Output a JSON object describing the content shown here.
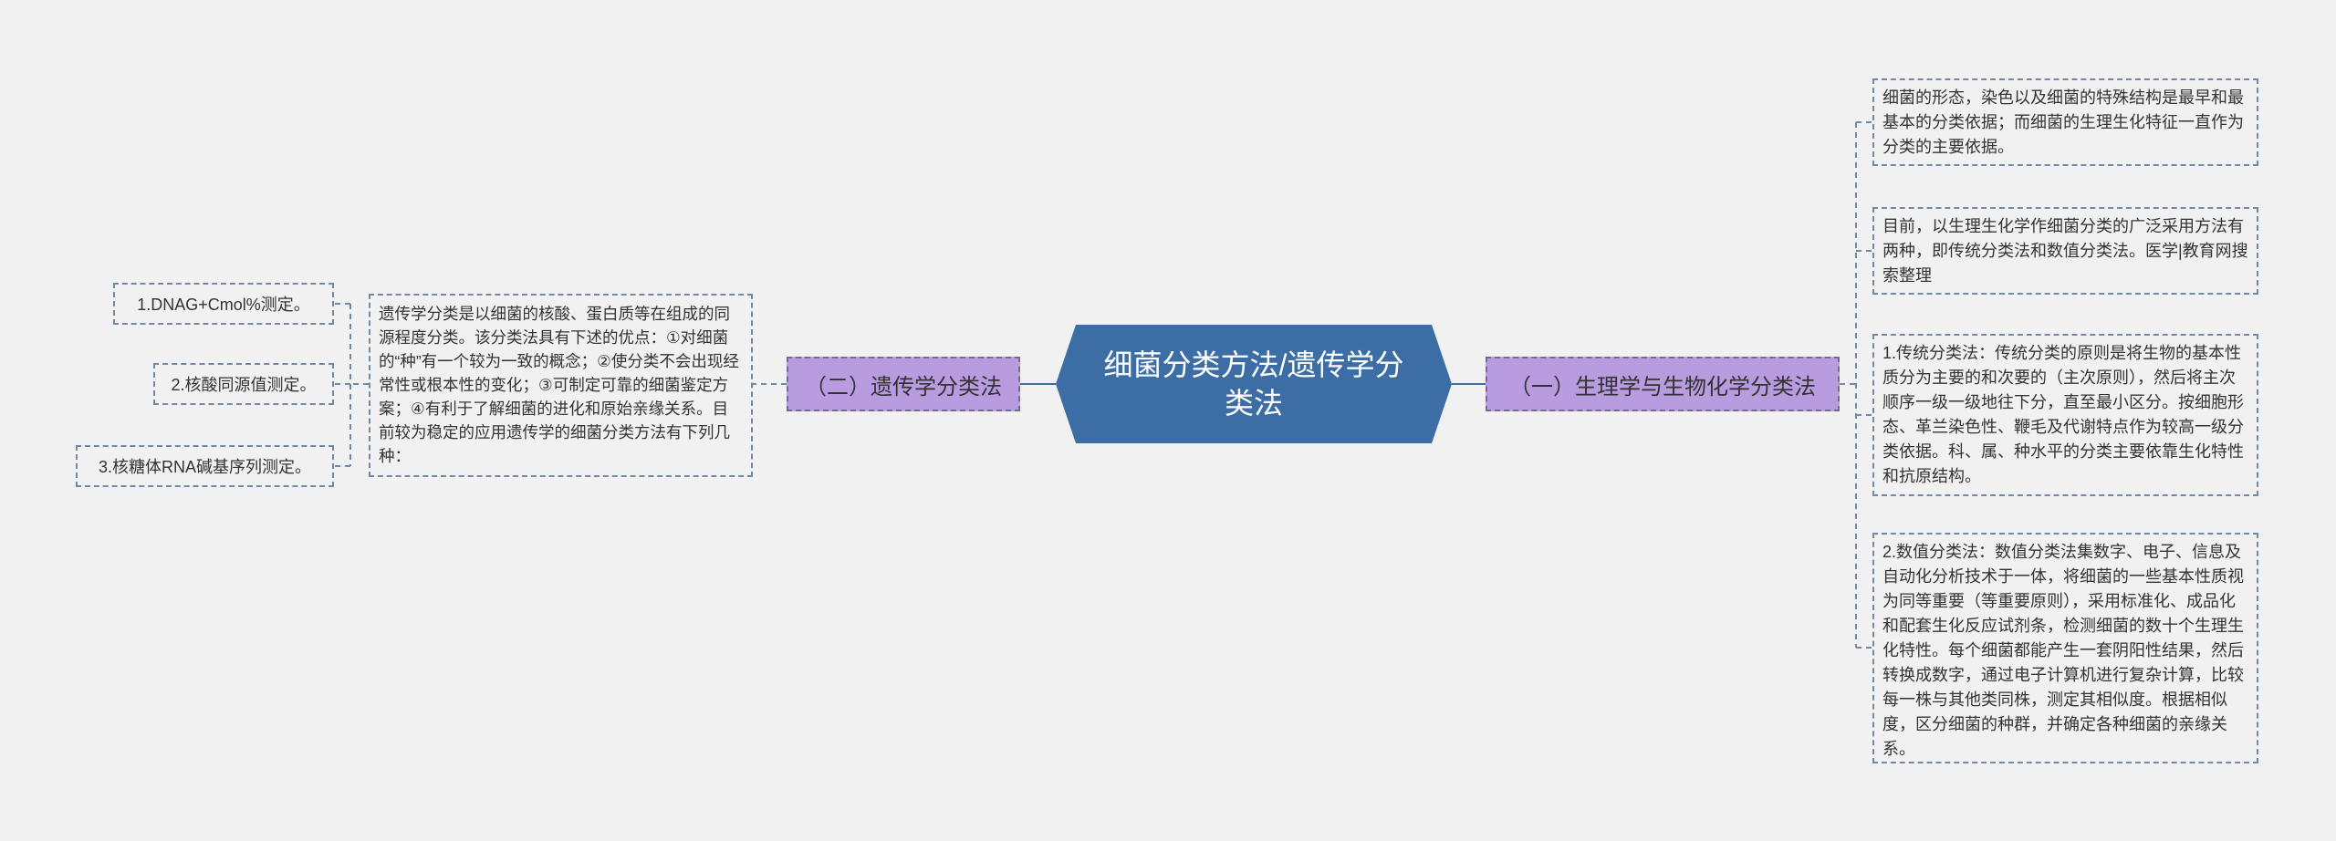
{
  "central": {
    "title": "细菌分类方法/遗传学分类法"
  },
  "left_branch": {
    "label": "（二）遗传学分类法",
    "description": "遗传学分类是以细菌的核酸、蛋白质等在组成的同源程度分类。该分类法具有下述的优点：①对细菌的“种”有一个较为一致的概念；②使分类不会出现经常性或根本性的变化；③可制定可靠的细菌鉴定方案；④有利于了解细菌的进化和原始亲缘关系。目前较为稳定的应用遗传学的细菌分类方法有下列几种：",
    "methods": [
      "1.DNAG+Cmol%测定。",
      "2.核酸同源值测定。",
      "3.核糖体RNA碱基序列测定。"
    ]
  },
  "right_branch": {
    "label": "（一）生理学与生物化学分类法",
    "items": [
      "细菌的形态，染色以及细菌的特殊结构是最早和最基本的分类依据；而细菌的生理生化特征一直作为分类的主要依据。",
      "目前，以生理生化学作细菌分类的广泛采用方法有两种，即传统分类法和数值分类法。医学|教育网搜索整理",
      "1.传统分类法：传统分类的原则是将生物的基本性质分为主要的和次要的（主次原则），然后将主次顺序一级一级地往下分，直至最小区分。按细胞形态、革兰染色性、鞭毛及代谢特点作为较高一级分类依据。科、属、种水平的分类主要依靠生化特性和抗原结构。",
      "2.数值分类法：数值分类法集数字、电子、信息及自动化分析技术于一体，将细菌的一些基本性质视为同等重要（等重要原则），采用标准化、成品化和配套生化反应试剂条，检测细菌的数十个生理生化特性。每个细菌都能产生一套阴阳性结果，然后转换成数字，通过电子计算机进行复杂计算，比较每一株与其他类同株，测定其相似度。根据相似度，区分细菌的种群，并确定各种细菌的亲缘关系。"
    ]
  },
  "colors": {
    "background": "#f1f1f1",
    "central_fill": "#3c6ea5",
    "branch_fill": "#b99be0",
    "connector": "#6f8aa6"
  }
}
